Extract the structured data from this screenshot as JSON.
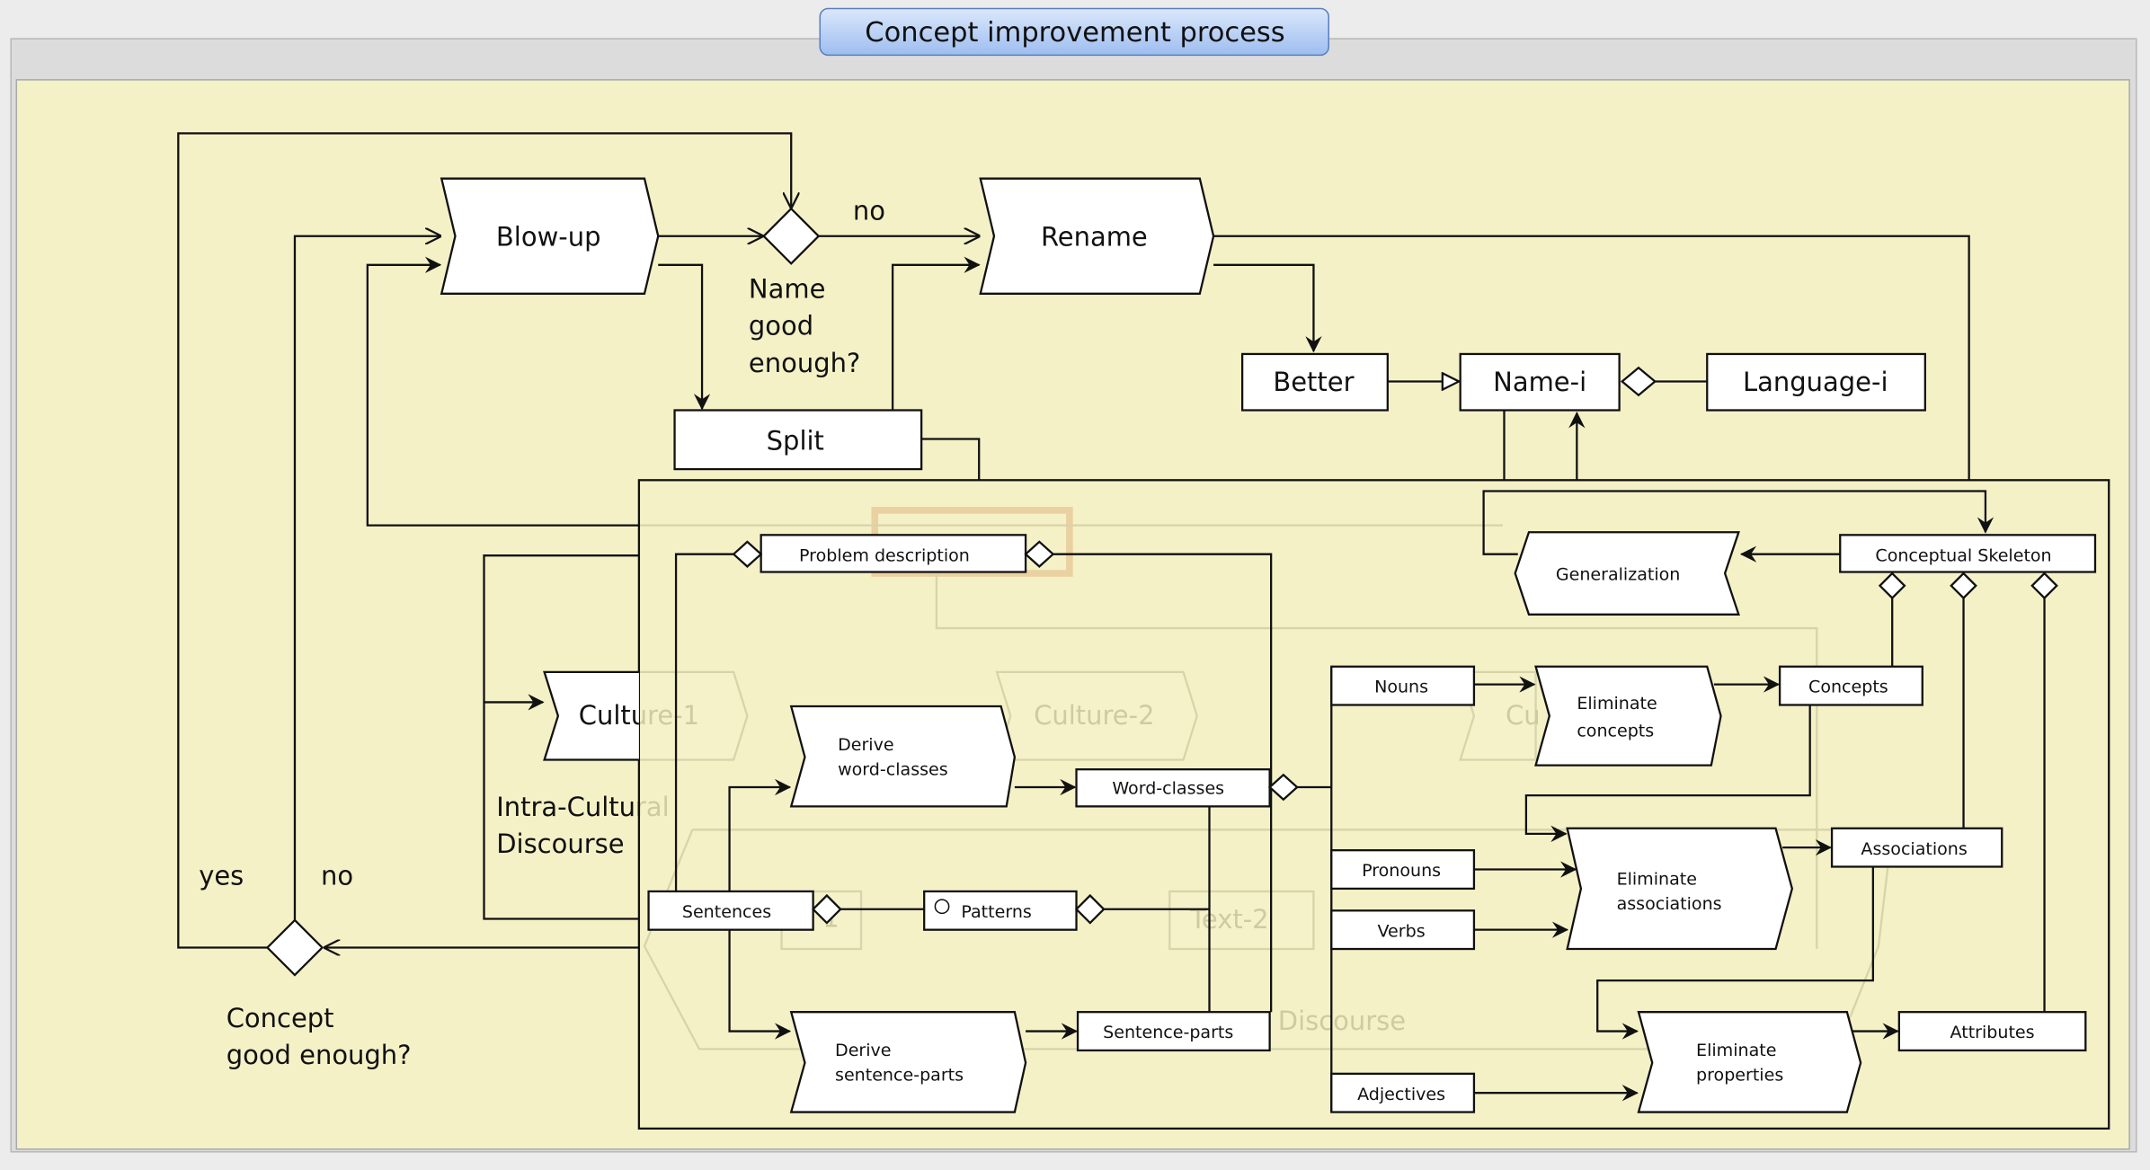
{
  "window": {
    "title": "Concept improvement process",
    "colors": {
      "panel_bg": "#f5f1c7",
      "title_button": "#bcd4f5",
      "frame": "#d8d8d8"
    }
  },
  "diagram": {
    "blow_up": "Blow-up",
    "rename": "Rename",
    "split": "Split",
    "name_decision": [
      "Name",
      "good",
      "enough?"
    ],
    "name_decision_no": "no",
    "better": "Better",
    "name_i": "Name-i",
    "language_i": "Language-i",
    "concept_decision": [
      "Concept",
      "good enough?"
    ],
    "concept_yes": "yes",
    "concept_no": "no",
    "culture_1": "Culture-1",
    "intra_cultural": [
      "Intra-Cultural",
      "Discourse"
    ],
    "problem_description": "Problem description",
    "conceptual_skeleton": "Conceptual Skeleton",
    "generalization": "Generalization",
    "derive_word_classes": [
      "Derive",
      "word-classes"
    ],
    "word_classes": "Word-classes",
    "derive_sentence_parts": [
      "Derive",
      "sentence-parts"
    ],
    "sentence_parts": "Sentence-parts",
    "sentences": "Sentences",
    "patterns": "Patterns",
    "nouns": "Nouns",
    "pronouns": "Pronouns",
    "verbs": "Verbs",
    "adjectives": "Adjectives",
    "eliminate_concepts": [
      "Eliminate",
      "concepts"
    ],
    "eliminate_associations": [
      "Eliminate",
      "associations"
    ],
    "eliminate_properties": [
      "Eliminate",
      "properties"
    ],
    "concepts": "Concepts",
    "associations": "Associations",
    "attributes": "Attributes",
    "ghost": {
      "culture_2": "Culture-2",
      "culture_3": "Cu",
      "text_1": "1",
      "text_2": "Text-2",
      "inter_cultural": "Discourse"
    }
  }
}
